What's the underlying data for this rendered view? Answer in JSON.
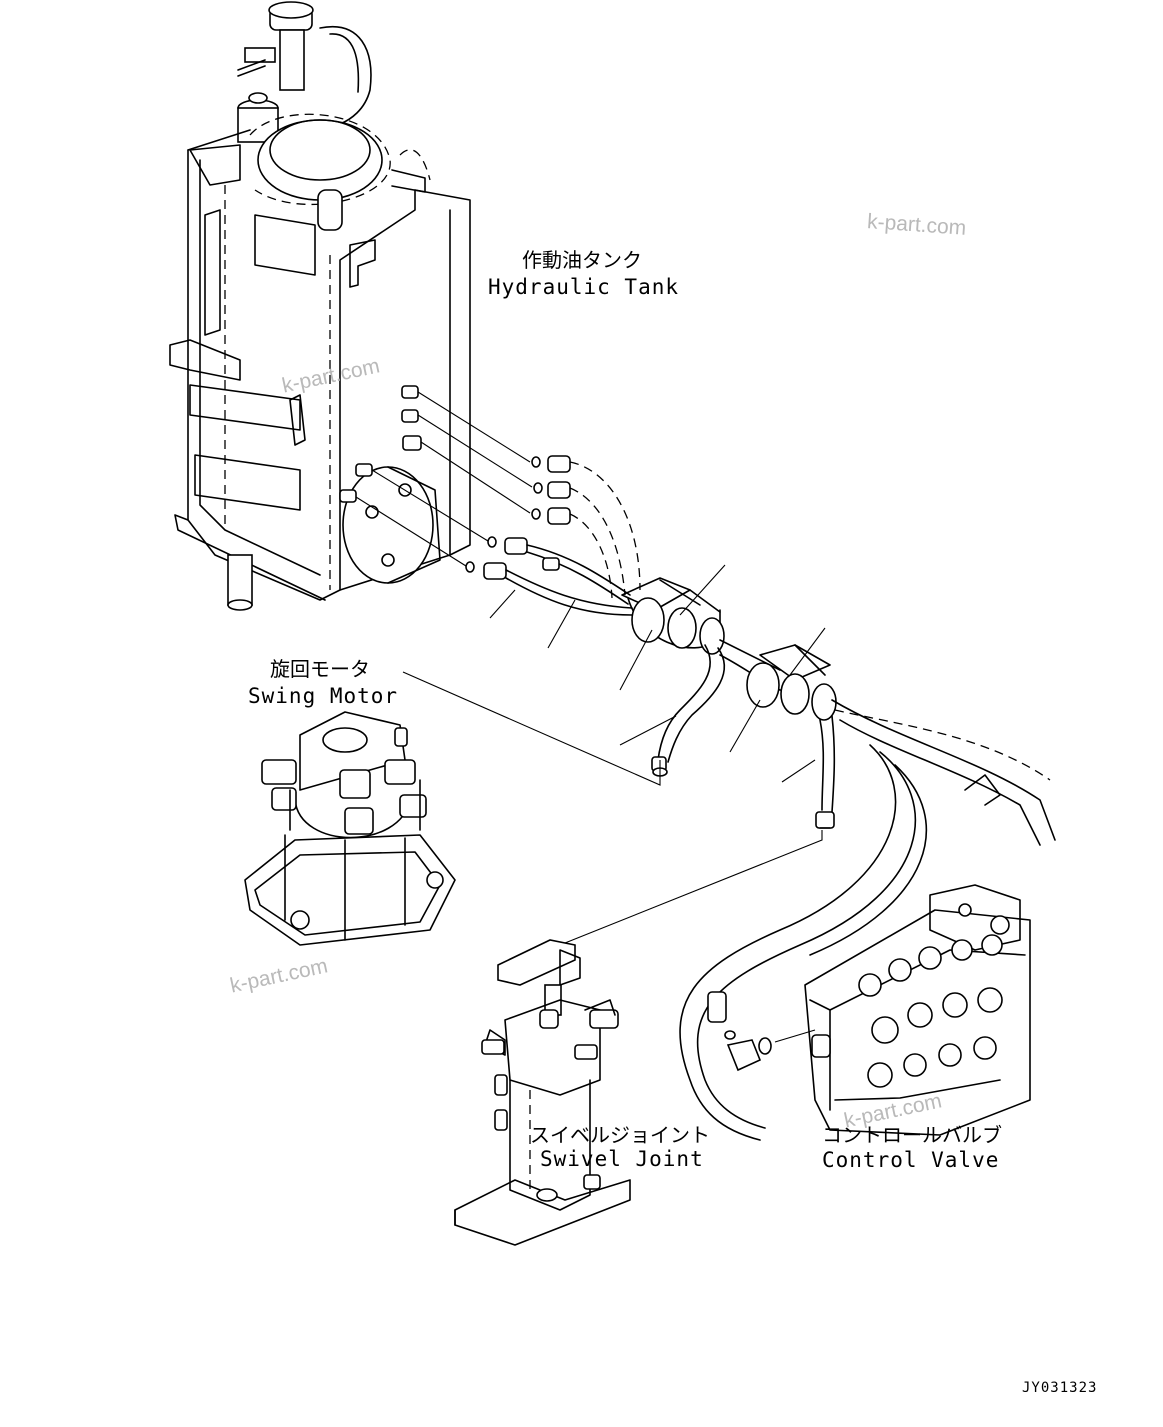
{
  "labels": {
    "hydraulic_tank_jp": "作動油タンク",
    "hydraulic_tank_en": "Hydraulic Tank",
    "swing_motor_jp": "旋回モータ",
    "swing_motor_en": "Swing Motor",
    "swivel_joint_jp": "スイベルジョイント",
    "swivel_joint_en": "Swivel Joint",
    "control_valve_jp": "コントロールバルブ",
    "control_valve_en": "Control Valve"
  },
  "watermark": "k-part.com",
  "drawing_code": "JY031323",
  "colors": {
    "line": "#000000",
    "watermark": "#b9b9b9",
    "background": "#ffffff"
  }
}
